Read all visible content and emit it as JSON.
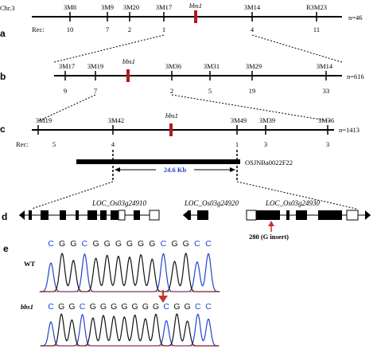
{
  "chr_label": "Chr.3",
  "panels": [
    "a",
    "b",
    "c",
    "d",
    "e"
  ],
  "gene_symbol": "bbs1",
  "rec_label": "Rec:",
  "row_a": {
    "markers": [
      "3M8",
      "3M9",
      "3M20",
      "3M17",
      "3M14",
      "R3M23"
    ],
    "recs": [
      "10",
      "7",
      "2",
      "1",
      "4",
      "11"
    ],
    "n": "n=46"
  },
  "row_b": {
    "markers": [
      "3M17",
      "3M19",
      "3M36",
      "3M31",
      "3M29",
      "3M14"
    ],
    "recs": [
      "9",
      "7",
      "2",
      "5",
      "19",
      "33"
    ],
    "n": "n=616"
  },
  "row_c": {
    "markers": [
      "3M19",
      "3M42",
      "3M49",
      "3M39",
      "3M36"
    ],
    "recs": [
      "5",
      "4",
      "1",
      "3",
      "3"
    ],
    "n": "n=1413"
  },
  "bac_label": "OSJNBa0022F22",
  "interval_label": "24.6 Kb",
  "genes": [
    "LOC_Os03g24910",
    "LOC_Os03g24920",
    "LOC_Os03g24930"
  ],
  "mutation_label": "280 (G insert)",
  "wt_label": "WT",
  "mut_label": "bbs1",
  "wt_seq": "CGGCGGGGGGCGGCC",
  "mut_seq": "CGGCGGGGGGGCGGCC",
  "colors": {
    "bbs1_marker": "#b01c1c",
    "interval_text": "#1f3fbf",
    "trace_C": "#2244cc",
    "trace_G": "#111111",
    "trace_A": "#1a8a1a",
    "trace_T": "#cc2222",
    "arrow": "#c0392b"
  }
}
